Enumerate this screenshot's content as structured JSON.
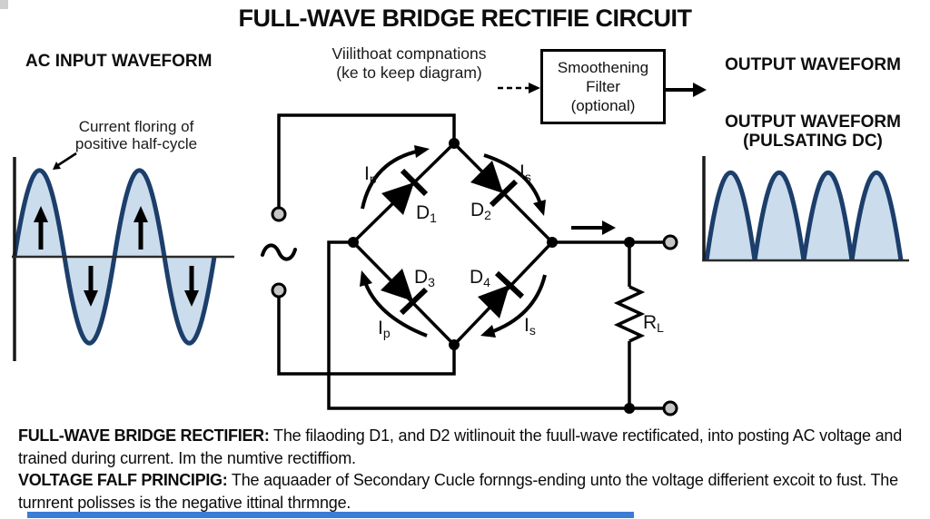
{
  "title": "FULL-WAVE BRIDGE RECTIFIE CIRCUIT",
  "ac_input": {
    "heading": "AC INPUT WAVEFORM",
    "annotation_line1": "Current floring of",
    "annotation_line2": "positive half-cycle"
  },
  "filter_note": {
    "line1": "Viilithoat compnations",
    "line2": "(ke to keep diagram)"
  },
  "filter_box": {
    "line1": "Smoothening",
    "line2": "Filter",
    "line3": "(optional)"
  },
  "output": {
    "heading1": "OUTPUT WAVEFORM",
    "heading2_line1": "OUTPUT WAVEFORM",
    "heading2_line2": "(PULSATING DC)"
  },
  "circuit": {
    "d1": {
      "base": "D",
      "sub": "1"
    },
    "d2": {
      "base": "D",
      "sub": "2"
    },
    "d3": {
      "base": "D",
      "sub": "3"
    },
    "d4": {
      "base": "D",
      "sub": "4"
    },
    "i_primary": {
      "base": "I",
      "sub": "p"
    },
    "i_secondary": {
      "base": "I",
      "sub": "s"
    },
    "load": {
      "base": "R",
      "sub": "L"
    }
  },
  "caption": {
    "p1_label": "FULL-WAVE BRIDGE RECTIFIER:",
    "p1_text": " The filaoding D1, and D2 witlinouit the fuull-wave rectificated, into posting AC voltage and trained during current. Im the numtive rectiffiom.",
    "p2_label": "VOLTAGE FALF PRINCIPIG:",
    "p2_text": " The aquaader of Secondary Cucle fornngs-ending unto the voltage differient excoit to fust. The turnrent polisses is the negative ittinal thrmnge."
  },
  "colors": {
    "wave_fill": "#cbdcec",
    "wave_stroke": "#1c3e6b",
    "terminal_fill": "#c6c6c6",
    "progress_bar": "#3b7cd5"
  }
}
